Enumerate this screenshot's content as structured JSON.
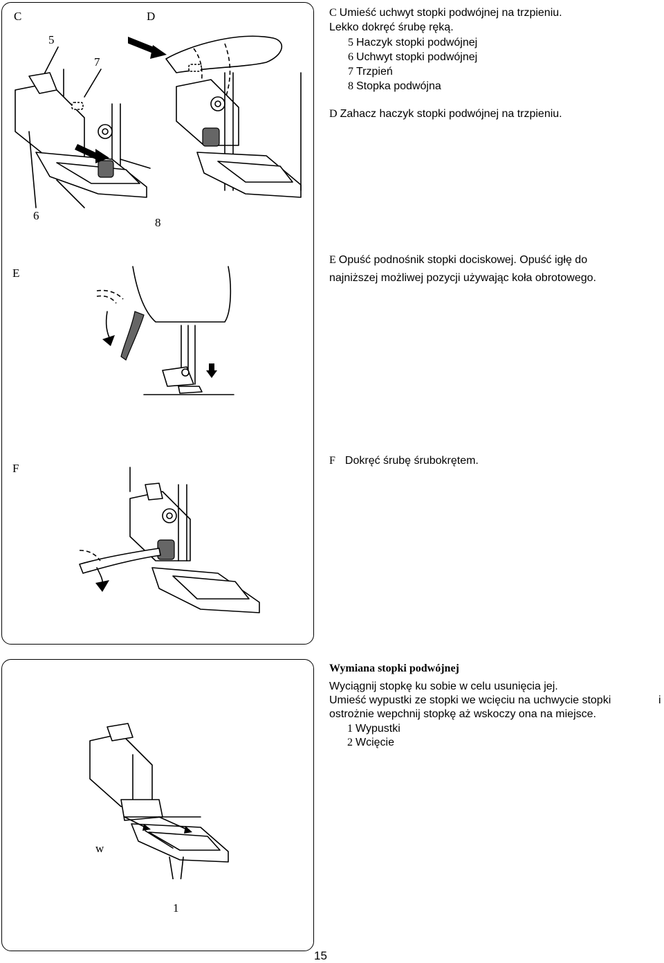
{
  "section_c": {
    "letter": "C",
    "line1": "Umieść uchwyt stopki podwójnej na trzpieniu.",
    "line2": "Lekko dokręć śrubę ręką.",
    "items": [
      {
        "num": "5",
        "text": "Haczyk stopki podwójnej"
      },
      {
        "num": "6",
        "text": "Uchwyt stopki podwójnej"
      },
      {
        "num": "7",
        "text": "Trzpień"
      },
      {
        "num": "8",
        "text": "Stopka podwójna"
      }
    ],
    "callouts": [
      "5",
      "7",
      "6",
      "8"
    ]
  },
  "section_d": {
    "letter": "D",
    "text": "Zahacz haczyk stopki podwójnej na trzpieniu."
  },
  "section_e": {
    "letter": "E",
    "line1": "Opuść podnośnik stopki dociskowej. Opuść igłę do",
    "line2": "najniższej możliwej pozycji używając koła obrotowego."
  },
  "section_f": {
    "letter": "F",
    "text": "Dokręć śrubę śrubokrętem."
  },
  "removal": {
    "title": "Wymiana stopki podwójnej",
    "line1": "Wyciągnij stopkę ku sobie w celu usunięcia jej.",
    "line2": "Umieść wypustki ze stopki we wcięciu na uchwycie stopki",
    "line2_tail": "i",
    "line3": "ostrożnie wepchnij stopkę aż wskoczy ona na miejsce.",
    "items": [
      {
        "num": "1",
        "text": "Wypustki"
      },
      {
        "num": "2",
        "text": "Wcięcie"
      }
    ],
    "callout_w": "w",
    "callout_1": "1"
  },
  "page_number": "15"
}
